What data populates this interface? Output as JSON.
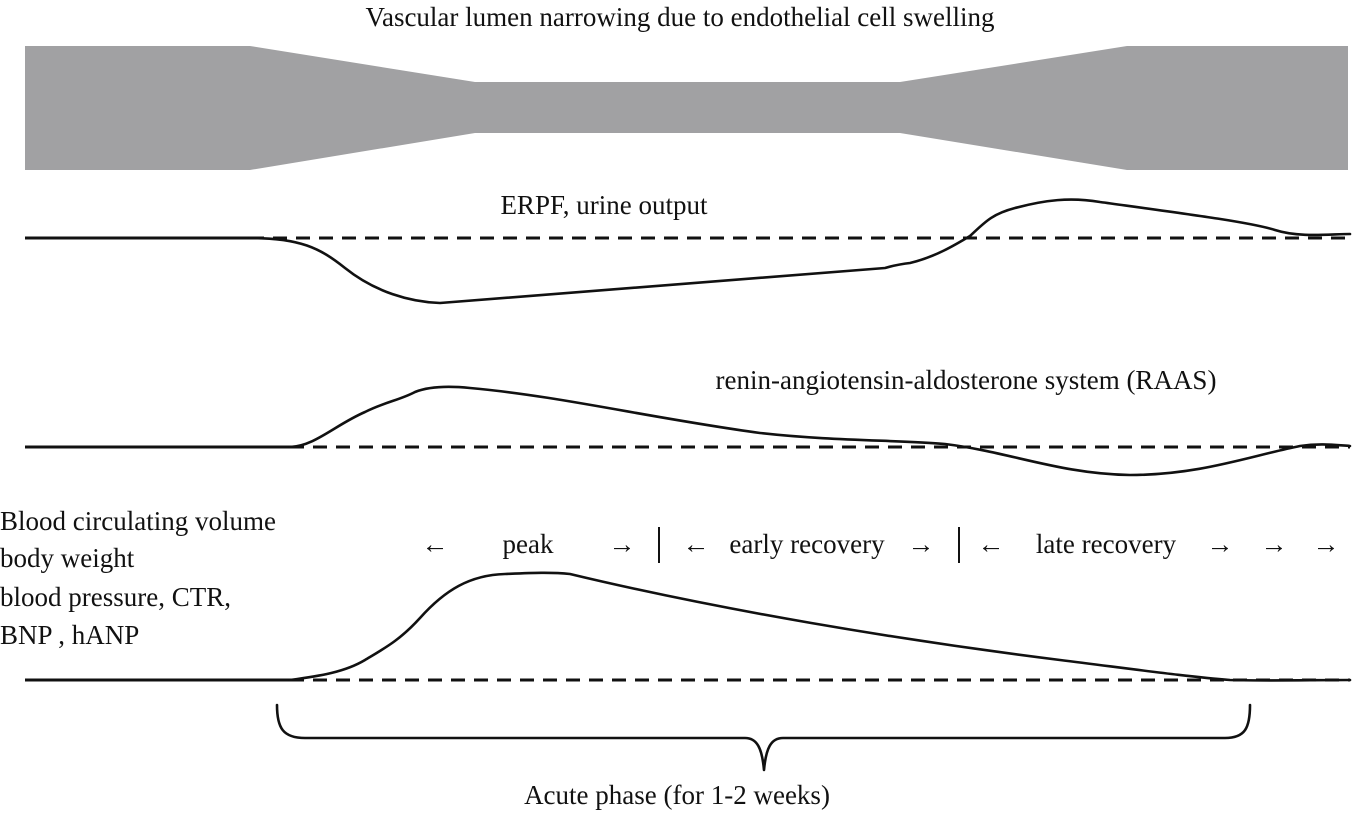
{
  "vessel": {
    "title": "Vascular lumen narrowing due to endothelial cell swelling",
    "color": "#a1a1a3"
  },
  "panels": {
    "erpf": {
      "label": "ERPF, urine output"
    },
    "raas": {
      "label": "renin-angiotensin-aldosterone system (RAAS)"
    },
    "volume": {
      "labels": [
        "Blood circulating volume",
        "body weight",
        "blood pressure, CTR,",
        "BNP , hANP"
      ]
    }
  },
  "phases": {
    "peak": "peak",
    "early_recovery": "early recovery",
    "late_recovery": "late recovery",
    "arrow_left": "←",
    "arrow_right": "→"
  },
  "acute_phase": {
    "label": "Acute phase (for 1-2 weeks)"
  },
  "colors": {
    "line": "#111111",
    "vessel": "#a1a1a3",
    "background": "#ffffff"
  }
}
